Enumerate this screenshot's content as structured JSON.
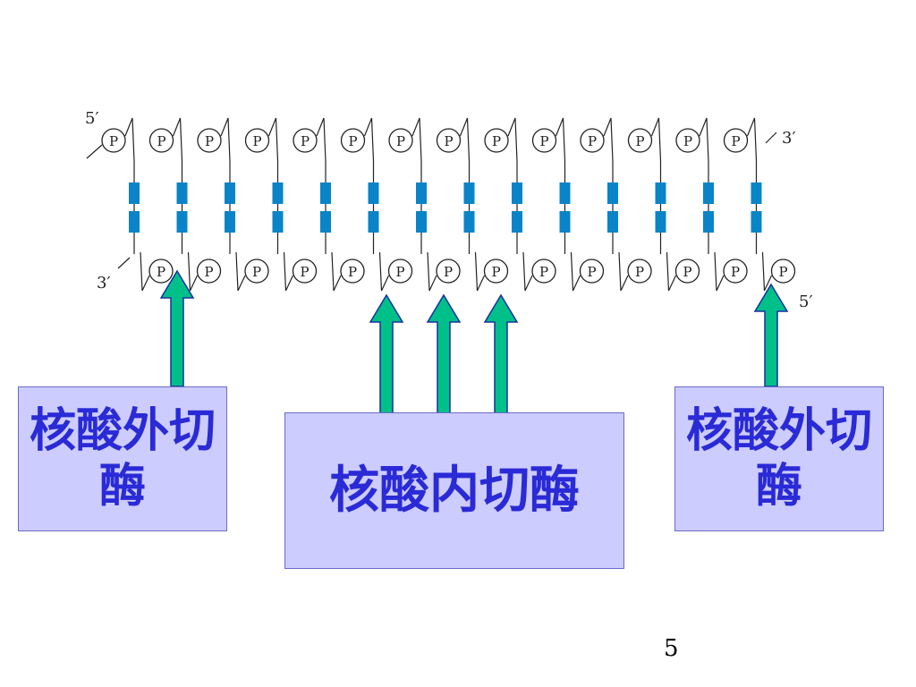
{
  "diagram": {
    "top_strand": {
      "left_label": "5′",
      "right_label": "3′",
      "nucleotide_count": 14
    },
    "bottom_strand": {
      "left_label": "3′",
      "right_label": "5′",
      "nucleotide_count": 14
    },
    "phosphate_label": "P",
    "base_pair_count": 14
  },
  "labels": {
    "exo_left": "核酸外切酶",
    "endo": "核酸内切酶",
    "exo_right": "核酸外切酶"
  },
  "arrows": {
    "exo_left_count": 1,
    "endo_count": 3,
    "exo_right_count": 1
  },
  "colors": {
    "base_pair": "#0a84c8",
    "arrow_fill": "#00c08a",
    "arrow_stroke": "#1a2fa0",
    "box_fill": "#ccccff",
    "label_text": "#2a2ad6"
  },
  "page": {
    "number": "5"
  }
}
